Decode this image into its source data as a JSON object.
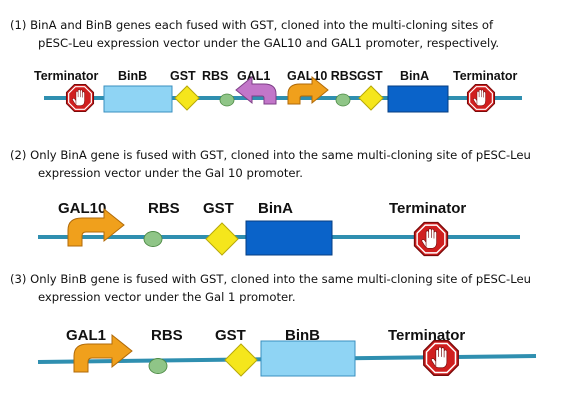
{
  "panel1": {
    "caption_line1": "(1) BinA and BinB genes each fused with GST, cloned into the multi-cloning sites of",
    "caption_line2": "pESC-Leu expression vector under the GAL10 and GAL1 promoter, respectively.",
    "labels": {
      "terminator_left": "Terminator",
      "binb": "BinB",
      "gst_left": "GST",
      "rbs_left": "RBS",
      "gal1": "GAL1",
      "gal10_rbs": "GAL10 RBS",
      "gst_right": "GST",
      "bina": "BinA",
      "terminator_right": "Terminator"
    }
  },
  "panel2": {
    "caption_line1": "(2) Only BinA gene is fused with GST, cloned into the same multi-cloning site of pESC-Leu",
    "caption_line2": "expression vector under the Gal 10 promoter.",
    "labels": {
      "gal10": "GAL10",
      "rbs": "RBS",
      "gst": "GST",
      "bina": "BinA",
      "terminator": "Terminator"
    }
  },
  "panel3": {
    "caption_line1": "(3) Only BinB gene is fused with GST, cloned into the same multi-cloning site of pESC-Leu",
    "caption_line2": "expression vector under the Gal 1 promoter.",
    "labels": {
      "gal1": "GAL1",
      "rbs": "RBS",
      "gst": "GST",
      "binb": "BinB",
      "terminator": "Terminator"
    }
  },
  "colors": {
    "dna_line": "#2f8fb0",
    "binb_box": "#8fd4f4",
    "bina_box": "#0a63c9",
    "gst_diamond": "#f5e61c",
    "rbs_oval": "#8fc587",
    "gal1_arrow_panel1": "#c276c9",
    "promoter_arrow": "#f0a01c",
    "stop_sign": "#d01f1f"
  }
}
